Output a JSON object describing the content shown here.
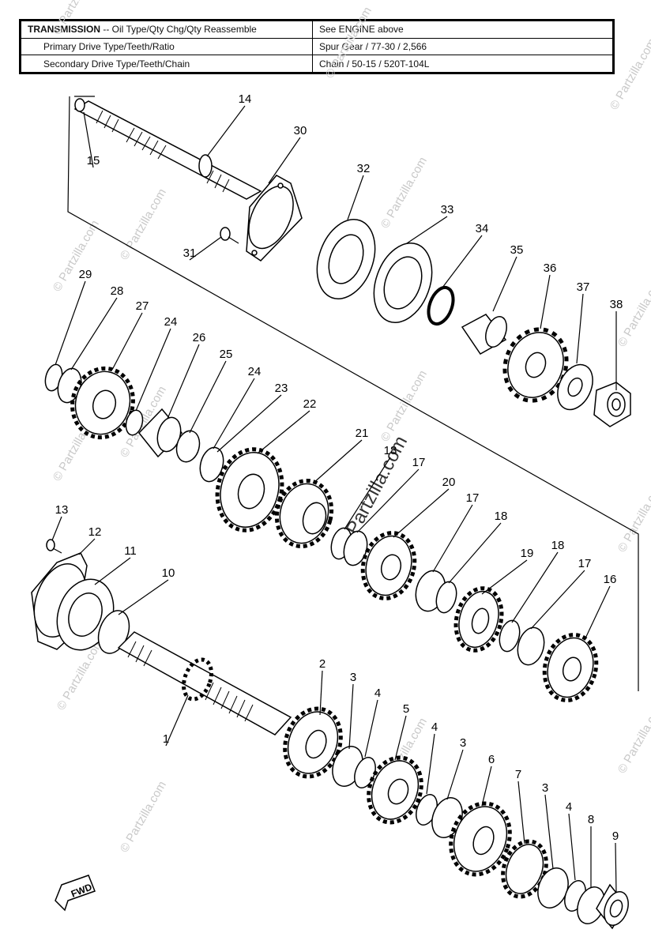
{
  "spec_table": {
    "rows": [
      {
        "label_bold": "TRANSMISSION",
        "label_rest": " -- Oil Type/Qty Chg/Qty Reassemble",
        "value": "See ENGINE above"
      },
      {
        "label_bold": "",
        "label_rest": "Primary Drive Type/Teeth/Ratio",
        "value": "Spur Gear / 77-30 / 2,566"
      },
      {
        "label_bold": "",
        "label_rest": "Secondary Drive Type/Teeth/Chain",
        "value": "Chain / 50-15 / 520T-104L"
      }
    ]
  },
  "callouts": [
    "1",
    "2",
    "3",
    "3",
    "3",
    "4",
    "4",
    "4",
    "5",
    "6",
    "7",
    "8",
    "9",
    "10",
    "11",
    "12",
    "13",
    "14",
    "15",
    "16",
    "17",
    "17",
    "17",
    "18",
    "18",
    "18",
    "19",
    "20",
    "21",
    "22",
    "23",
    "24",
    "24",
    "25",
    "26",
    "27",
    "28",
    "29",
    "30",
    "31",
    "32",
    "33",
    "34",
    "35",
    "36",
    "37",
    "38"
  ],
  "watermarks": {
    "small": "© Partzilla.com",
    "large": "© Partzilla.com"
  },
  "direction_arrow": "FWD"
}
